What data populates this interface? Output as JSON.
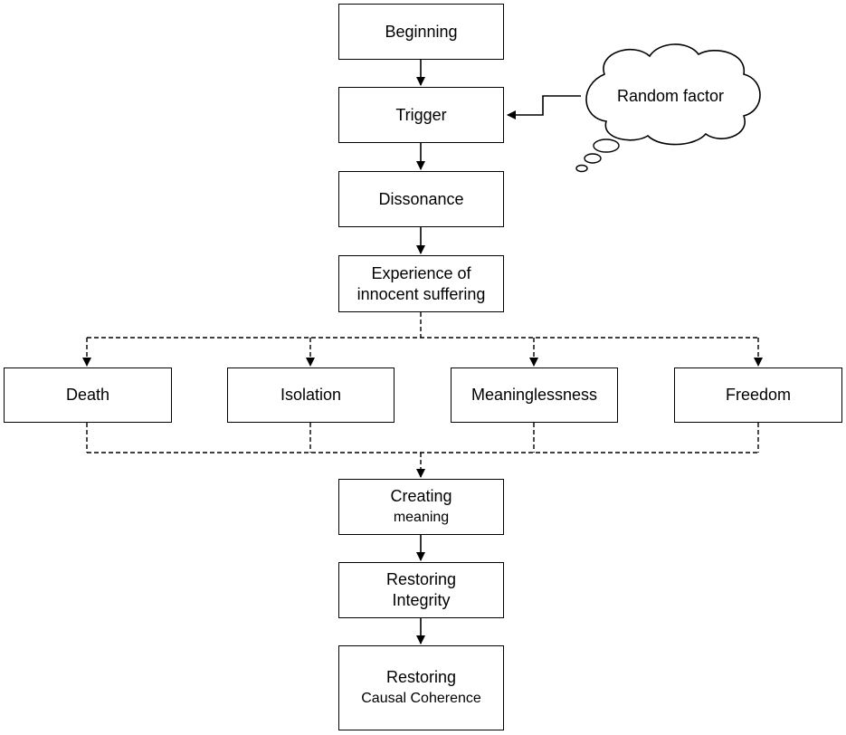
{
  "nodes": {
    "beginning": {
      "line1": "Beginning"
    },
    "trigger": {
      "line1": "Trigger"
    },
    "dissonance": {
      "line1": "Dissonance"
    },
    "experience": {
      "line1": "Experience of",
      "line2": "innocent suffering"
    },
    "death": {
      "line1": "Death"
    },
    "isolation": {
      "line1": "Isolation"
    },
    "meaninglessness": {
      "line1": "Meaninglessness"
    },
    "freedom": {
      "line1": "Freedom"
    },
    "creating_meaning": {
      "line1": "Creating",
      "line2": "meaning"
    },
    "restoring_integrity": {
      "line1": "Restoring",
      "line2": "Integrity"
    },
    "restoring_causal": {
      "line1": "Restoring",
      "line2": "Causal Coherence"
    }
  },
  "cloud": {
    "label": "Random factor"
  },
  "colors": {
    "stroke": "#000000",
    "fill": "#ffffff"
  }
}
